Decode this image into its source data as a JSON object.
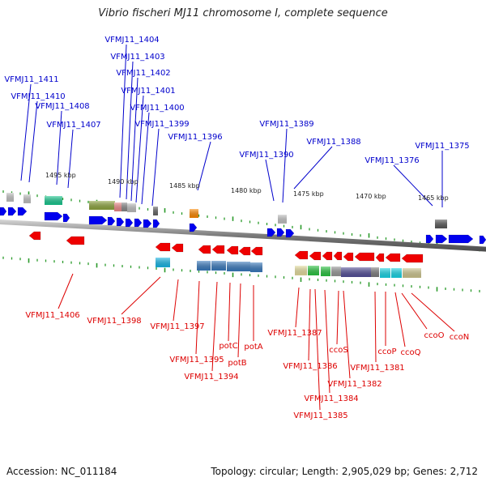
{
  "title": "Vibrio fischeri MJ11 chromosome I, complete sequence",
  "footer": {
    "accession": "Accession: NC_011184",
    "summary": "Topology: circular; Length: 2,905,029 bp; Genes: 2,712"
  },
  "colors": {
    "top_label": "#0000cc",
    "bottom_label": "#dd0000",
    "top_gene": "#0000ee",
    "bottom_gene": "#ee0000",
    "backbone": "#8c8c8c",
    "tick": "#2a9a2a"
  },
  "scale_labels": [
    "1495 kbp",
    "1490 kbp",
    "1485 kbp",
    "1480 kbp",
    "1475 kbp",
    "1470 kbp",
    "1465 kbp"
  ],
  "top_labels": [
    "VFMJ11_1411",
    "VFMJ11_1410",
    "VFMJ11_1408",
    "VFMJ11_1407",
    "VFMJ11_1404",
    "VFMJ11_1403",
    "VFMJ11_1402",
    "VFMJ11_1401",
    "VFMJ11_1400",
    "VFMJ11_1399",
    "VFMJ11_1396",
    "VFMJ11_1389",
    "VFMJ11_1390",
    "VFMJ11_1388",
    "VFMJ11_1376",
    "VFMJ11_1375"
  ],
  "bottom_labels": [
    "VFMJ11_1406",
    "VFMJ11_1398",
    "VFMJ11_1397",
    "VFMJ11_1395",
    "VFMJ11_1394",
    "potC",
    "potB",
    "potA",
    "VFMJ11_1387",
    "VFMJ11_1386",
    "ccoS",
    "VFMJ11_1384",
    "VFMJ11_1385",
    "VFMJ11_1382",
    "VFMJ11_1381",
    "ccoP",
    "ccoQ",
    "ccoO",
    "ccoN"
  ]
}
